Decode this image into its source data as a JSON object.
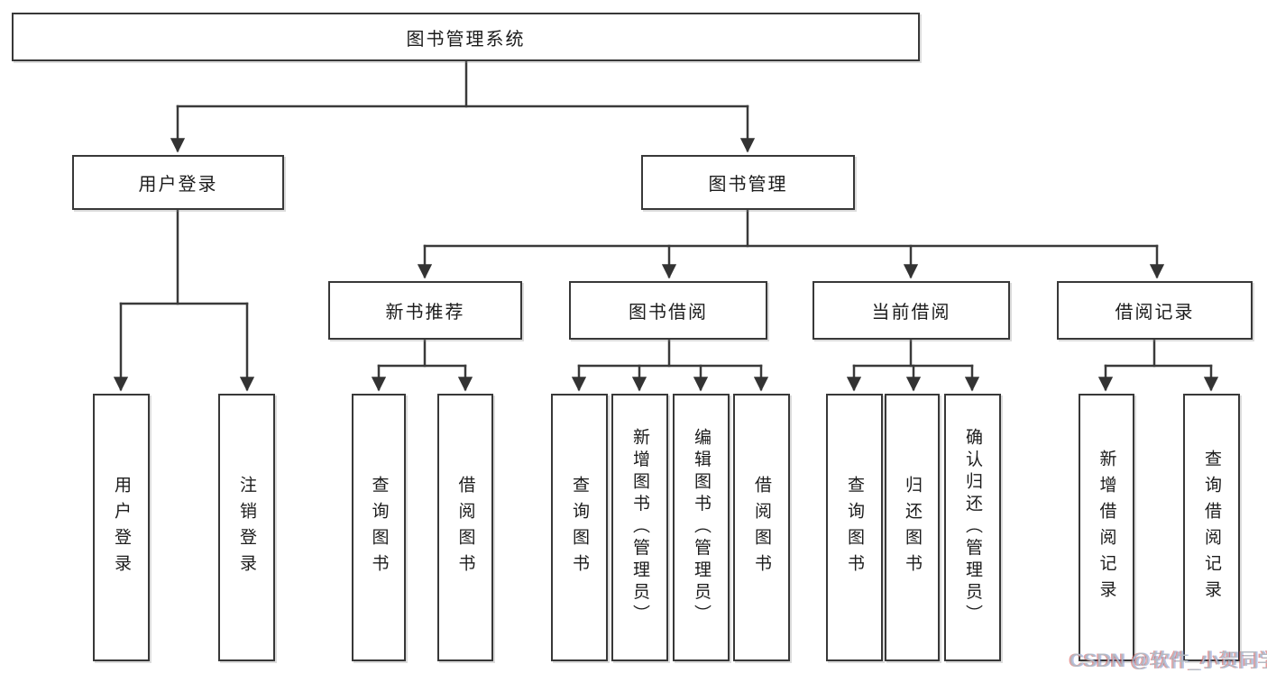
{
  "diagram": {
    "root": {
      "label": "图书管理系统"
    },
    "tree": [
      {
        "label": "用户登录",
        "children": [
          {
            "label": "用户登录"
          },
          {
            "label": "注销登录"
          }
        ]
      },
      {
        "label": "图书管理",
        "children": [
          {
            "label": "新书推荐",
            "children": [
              {
                "label": "查询图书"
              },
              {
                "label": "借阅图书"
              }
            ]
          },
          {
            "label": "图书借阅",
            "children": [
              {
                "label": "查询图书"
              },
              {
                "label": "新增图书（管理员）"
              },
              {
                "label": "编辑图书（管理员）"
              },
              {
                "label": "借阅图书"
              }
            ]
          },
          {
            "label": "当前借阅",
            "children": [
              {
                "label": "查询图书"
              },
              {
                "label": "归还图书"
              },
              {
                "label": "确认归还（管理员）"
              }
            ]
          },
          {
            "label": "借阅记录",
            "children": [
              {
                "label": "新增借阅记录"
              },
              {
                "label": "查询借阅记录"
              }
            ]
          }
        ]
      }
    ],
    "colors": {
      "line": "#3a3a3a",
      "box_border": "#383838",
      "box_fill": "#ffffff",
      "text": "#1c1c1c",
      "watermark": "#b4b9c1"
    },
    "watermark": {
      "text": "CSDN @软件_小贺同学"
    }
  }
}
